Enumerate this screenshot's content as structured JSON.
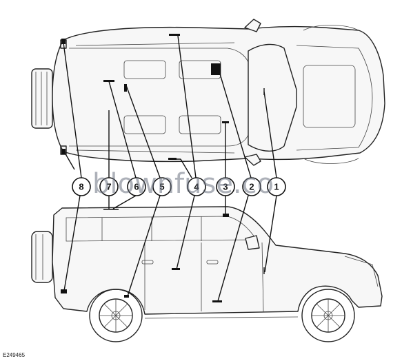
{
  "figure_code": "E249465",
  "watermark": "blownfuse.co",
  "callouts": [
    {
      "id": "callout-1",
      "label": "1"
    },
    {
      "id": "callout-2",
      "label": "2"
    },
    {
      "id": "callout-3",
      "label": "3"
    },
    {
      "id": "callout-4",
      "label": "4"
    },
    {
      "id": "callout-5",
      "label": "5"
    },
    {
      "id": "callout-6",
      "label": "6"
    },
    {
      "id": "callout-7",
      "label": "7"
    },
    {
      "id": "callout-8",
      "label": "8"
    }
  ]
}
